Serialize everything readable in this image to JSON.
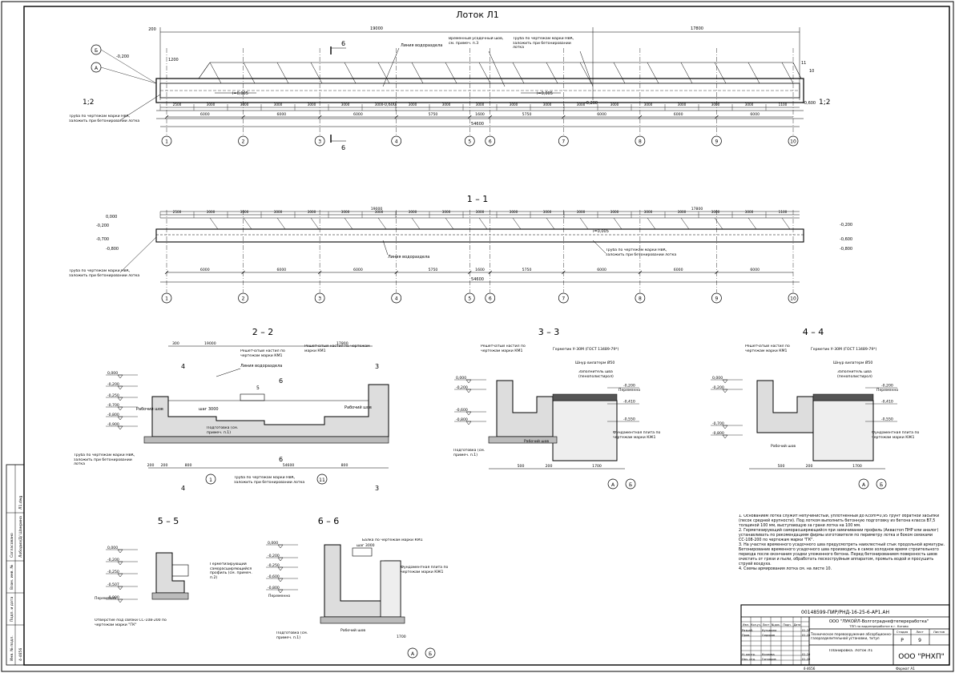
{
  "sheet_title": "Лоток Л1",
  "plan": {
    "overall_left": "19000",
    "overall_right": "17800",
    "top_left_dim": "200",
    "bottom_total": "54600",
    "span_dims": [
      "2500",
      "3000",
      "3000",
      "3000",
      "3000",
      "3000",
      "3000",
      "3000",
      "3000",
      "3000",
      "3000",
      "3000",
      "3000",
      "3000",
      "3000",
      "3000",
      "3000",
      "3000",
      "1100"
    ],
    "axis_spacing": [
      "6000",
      "6000",
      "6000",
      "5750",
      "1600",
      "5750",
      "6000",
      "6000",
      "6000"
    ],
    "axis_labels": [
      "1",
      "2",
      "3",
      "4",
      "5",
      "6",
      "7",
      "8",
      "9",
      "10",
      "11"
    ],
    "level_left_top": "-0,200",
    "level_mid": "-0,600",
    "level_mid2": "-0,200",
    "level_right": "-0,600",
    "slope1": "i=0,005",
    "slope2": "i=0,005",
    "dim_1200": "1200",
    "label_drain": "Линия водораздела",
    "label_joint": "Временный усадочный шов, см. примеч. п.3",
    "label_pipe_top": "Труба по чертежам марки НВК, заложить при бетонировании лотка",
    "label_pipe_left": "Труба по чертежам марки НВК, заложить при бетонировании лотка",
    "section_cut_left": "1;2",
    "section_cut_right": "1;2",
    "section6": "6",
    "axis_A": "А",
    "axis_B": "Б",
    "mark10": "10",
    "mark11": "11"
  },
  "section11": {
    "title": "1 – 1",
    "level_top": "0,000",
    "level_a": "-0,200",
    "level_b": "-0,700",
    "level_c": "-0,800",
    "level_r1": "-0,200",
    "level_r2": "-0,600",
    "level_r3": "-0,800",
    "slope": "i=0,005",
    "total": "54600",
    "drain": "Линия водораздела",
    "pipe_mid": "Труба по чертежам марки НВК, заложить при бетонировании лотка",
    "pipe_left": "Труба по чертежам марки НВК, заложить при бетонировании лотка",
    "dim_19000": "19000",
    "dim_17800": "17800"
  },
  "section22": {
    "title": "2 – 2",
    "dims_top": [
      "300",
      "19000",
      "17800"
    ],
    "levels": [
      "0,000",
      "-0,200",
      "-0,250",
      "-0,700",
      "-0,800",
      "-0,900"
    ],
    "labels": [
      "Линия водораздела",
      "Решетчатый настил по чертежам марки КМ1",
      "Решетчатый настил по чертежам марки КМ1",
      "Рабочий шов",
      "Рабочий шов",
      "Подготовка (см. примеч. п.1)",
      "Труба по чертежам марки НВК, заложить при бетонировании лотка",
      "Труба по чертежам марки НВК, заложить при бетонировании лотка"
    ],
    "dims_bottom": [
      "200",
      "200",
      "800",
      "54600",
      "800"
    ],
    "shag": "шаг 3000",
    "cut4": "4",
    "cut3": "3",
    "cut5": "5",
    "cut6": "6",
    "axis1": "1",
    "axis11": "11"
  },
  "section33": {
    "title": "3 – 3",
    "labels": [
      "Решетчатый настил по чертежам марки КМ1",
      "Герметик У-30М (ГОСТ 13489-79*)",
      "Шнур вилатерм Ø50",
      "Заполнитель шва (пенополистирол)",
      "Рабочий шов",
      "Фундаментная плита по чертежам марки КЖ1",
      "Подготовка (см. примеч. п.1)",
      "Переменно"
    ],
    "levels": [
      "0,000",
      "-0,200",
      "-0,600",
      "-0,800",
      "-0,410",
      "-0,200",
      "-0,550"
    ],
    "dims": [
      "500",
      "200",
      "1700"
    ],
    "axes": [
      "А",
      "Б"
    ]
  },
  "section44": {
    "title": "4 – 4",
    "labels": [
      "Решетчатый настил по чертежам марки КМ1",
      "Герметик У-30М (ГОСТ 13489-79*)",
      "Шнур вилатерм Ø50",
      "Заполнитель шва (пенополистирол)",
      "Рабочий шов",
      "Фундаментная плита по чертежам марки КЖ1",
      "Переменно"
    ],
    "levels": [
      "0,000",
      "-0,200",
      "-0,700",
      "-0,800",
      "-0,410",
      "-0,200",
      "-0,550"
    ],
    "dims": [
      "500",
      "200",
      "1700"
    ],
    "axes": [
      "А",
      "Б"
    ]
  },
  "section55": {
    "title": "5 – 5",
    "labels": [
      "Герметизирующий саморасширяющийся профиль (см. примеч. п.2)",
      "Отверстие под связки СС-108-200 по чертежам марки \"ГК\"",
      "Переменно"
    ],
    "levels": [
      "0,000",
      "-0,200",
      "-0,250",
      "-0,507",
      "-0,900"
    ]
  },
  "section66": {
    "title": "6 – 6",
    "labels": [
      "Балка по чертежам марки КМ1",
      "Фундаментная плита по чертежам марки КЖ1",
      "Подготовка (см. примеч. п.1)",
      "Рабочий шов",
      "Переменно"
    ],
    "levels": [
      "0,000",
      "-0,200",
      "-0,250",
      "-0,600",
      "-0,800"
    ],
    "shag": "шаг 3000",
    "dims": [
      "1700"
    ],
    "axes": [
      "А",
      "Б"
    ]
  },
  "notes": [
    "1. Основанием лотка служит непучинистый, уплотненный до Kcom=0,95 грунт обратной засыпки (песок средней крупности). Под лотком выполнить бетонную подготовку из бетона класса В7,5 толщиной 100 мм, выступающую за грани лотка на 100 мм.",
    "2. Герметизирующий саморасширяющийся при замачивании профиль (Аквастоп ПНР или аналог) устанавливать по рекомендациям фирмы изготовителя по периметру лотка и боком связками СС-108-200 по чертежам марки \"ГК\".",
    "3. На участке временного усадочного шва предусмотреть наихлестный стык продольной арматуры. Бетонирование временного усадочного шва производить в самое холодное время строительного периода после окончания усадки уложенного бетона. Перед бетонированием поверхность швов очистить от грязи и пыли, обработать пескоструйным аппаратом, промыть водой и просушить струей воздуха.",
    "4. Схемы армирования лотка см. на листе 10."
  ],
  "stamp": {
    "doc_code": "00148599-ПИР/РНД-16-25-6-АР1.АН",
    "org_top": "ООО \"ЛУКОЙЛ-Волгограднефтепереработка\"",
    "org_sub": "ТПП по водопереработке в г. Котово",
    "project": "Техническое перевооружение абсорбционно-газоразделительной установки, титул",
    "sheet_name": "Планировка. Лоток Л1",
    "stage_label": "Стадия",
    "sheet_label": "Лист",
    "sheets_label": "Листов",
    "stage": "Р",
    "sheet": "9",
    "company": "ООО \"РНХП\"",
    "format": "Формат А1",
    "roles": [
      "Изм.",
      "Кол.уч.",
      "Лист",
      "№док.",
      "Подп.",
      "Дата"
    ],
    "people": [
      {
        "role": "Разраб.",
        "name": "Кузьмина",
        "date": "01.26"
      },
      {
        "role": "Пров.",
        "name": "Сидоров",
        "date": "01.26"
      },
      {
        "role": "Н. контр.",
        "name": "Кочнева",
        "date": "01.26"
      },
      {
        "role": "Нач. отд.",
        "name": "Гончаров",
        "date": "01.26"
      }
    ],
    "side_labels": [
      "Инв. № подл.",
      "Подп. и дата",
      "Взам. инв. №",
      "Согласовано"
    ],
    "side_values": [
      "4-4656",
      "",
      "",
      "Лободиа/Д/ Шамрина"
    ],
    "file": "Л1.dwg",
    "bottom_num": "4-4656"
  }
}
